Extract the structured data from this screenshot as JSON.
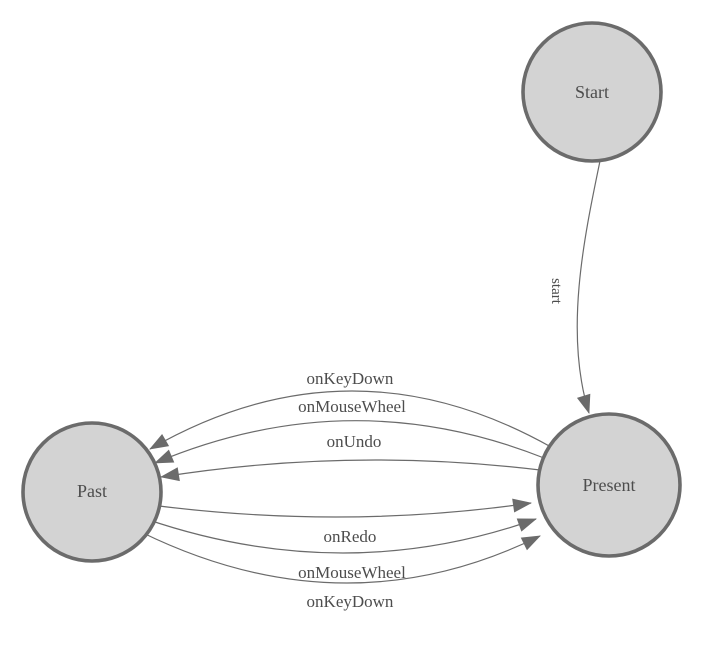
{
  "diagram": {
    "type": "state-machine",
    "background_color": "#ffffff",
    "node_fill_color": "#d3d3d3",
    "node_border_color": "#6b6b6b",
    "edge_color": "#6b6b6b",
    "arrowhead_color": "#6b6b6b",
    "text_color": "#4d4d4d",
    "nodes": [
      {
        "id": "start",
        "label": "Start"
      },
      {
        "id": "past",
        "label": "Past"
      },
      {
        "id": "present",
        "label": "Present"
      }
    ],
    "edges": [
      {
        "from": "Start",
        "to": "Present",
        "label": "start"
      },
      {
        "from": "Present",
        "to": "Past",
        "label": "onKeyDown"
      },
      {
        "from": "Present",
        "to": "Past",
        "label": "onMouseWheel"
      },
      {
        "from": "Present",
        "to": "Past",
        "label": "onUndo"
      },
      {
        "from": "Past",
        "to": "Present",
        "label": "onRedo"
      },
      {
        "from": "Past",
        "to": "Present",
        "label": "onMouseWheel"
      },
      {
        "from": "Past",
        "to": "Present",
        "label": "onKeyDown"
      }
    ]
  }
}
